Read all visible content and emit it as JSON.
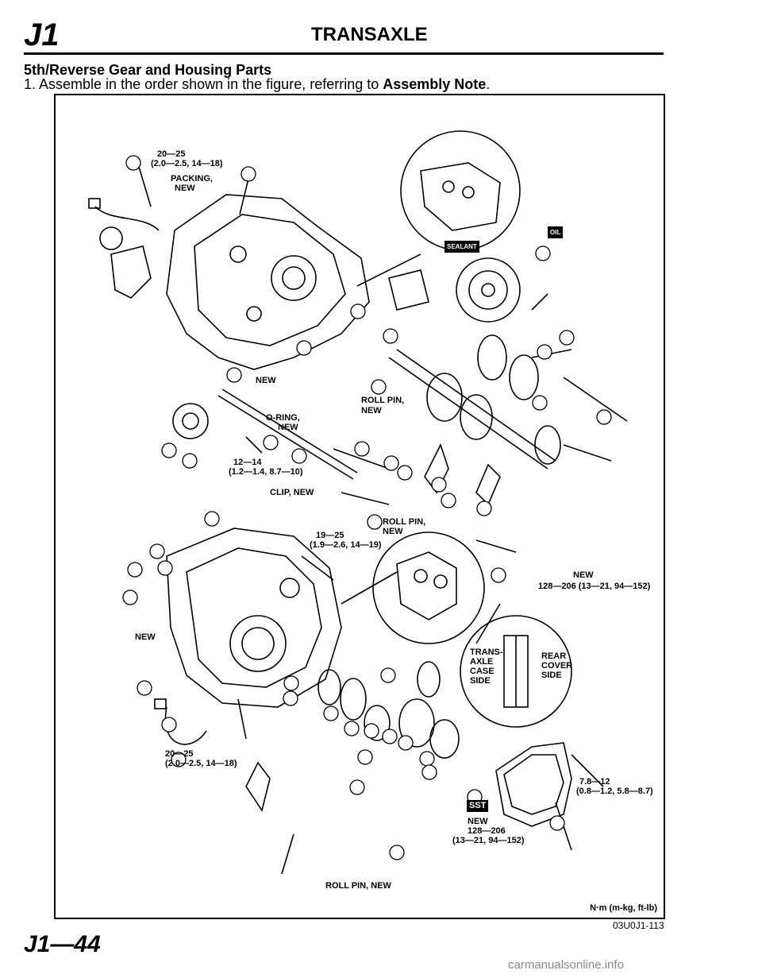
{
  "header": {
    "section_code": "J1",
    "title": "TRANSAXLE"
  },
  "section": {
    "title": "5th/Reverse Gear and Housing Parts",
    "step_prefix": "1. Assemble in the order shown in the figure, referring to ",
    "step_bold": "Assembly Note",
    "step_suffix": "."
  },
  "figure": {
    "labels": {
      "torque_27": "20—25",
      "torque_27b": "(2.0—2.5, 14—18)",
      "packing_new": "PACKING,",
      "packing_new2": "NEW",
      "new_19": "NEW",
      "roll_pin_new_a": "ROLL PIN,",
      "roll_pin_new_a2": "NEW",
      "oring_new": "O-RING,",
      "oring_new2": "NEW",
      "torque_21": "12—14",
      "torque_21b": "(1.2—1.4, 8.7—10)",
      "clip_new": "CLIP, NEW",
      "roll_pin_new_b": "ROLL PIN,",
      "roll_pin_new_b2": "NEW",
      "torque_26": "19—25",
      "torque_26b": "(1.9—2.6, 14—19)",
      "new_37": "NEW",
      "torque_37": "128—206 (13—21, 94—152)",
      "new_housing": "NEW",
      "trans_axle_case_side": "TRANS-",
      "trans_axle_case_side2": "AXLE",
      "trans_axle_case_side3": "CASE",
      "trans_axle_case_side4": "SIDE",
      "rear_cover_side": "REAR",
      "rear_cover_side2": "COVER",
      "rear_cover_side3": "SIDE",
      "torque_28": "20—25",
      "torque_28b": "(2.0—2.5, 14—18)",
      "torque_39": "7.8—12",
      "torque_39b": "(0.8—1.2, 5.8—8.7)",
      "new_38": "NEW",
      "torque_38": "128—206",
      "torque_38b": "(13—21, 94—152)",
      "roll_pin_new_c": "ROLL PIN, NEW",
      "sst": "SST",
      "sealant": "SEALANT",
      "oil": "OIL"
    },
    "units": "N·m (m-kg, ft-lb)"
  },
  "figure_code": "03U0J1-113",
  "footer": {
    "page_number": "J1—44"
  },
  "watermark": "carmanualsonline.info"
}
